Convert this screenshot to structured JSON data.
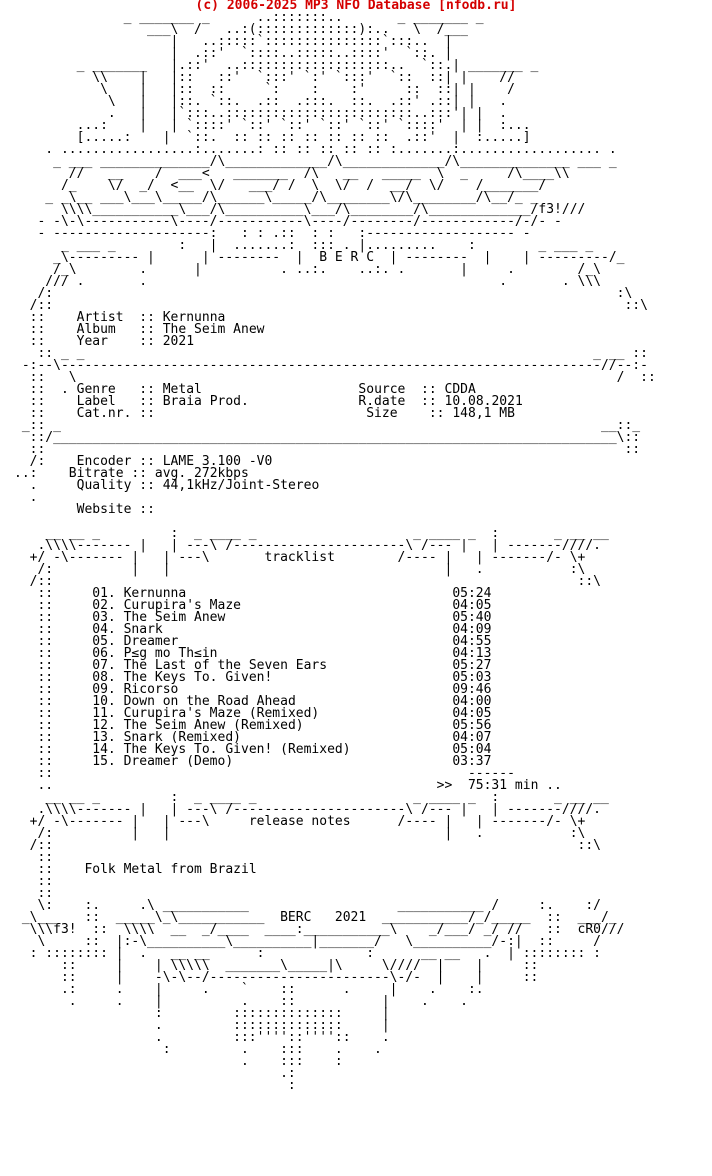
{
  "header": {
    "prefix": "(c) 2006-2025 MP3 NFO Database ",
    "link": "[nfodb.ru]"
  },
  "art": {
    "top": "              _ _______ _      ..:::::::..       _ _______ _\n                 ___\\  /   ..:(:::::::::::::):..   \\  /___\n                    |   ..:::::`:::::::::::::::`:::..  |\n                    |  .::'  `::::..:::::..::::'  `::. |\n        _ _______   |.::'  ..:::::::::::::::::::..  `::.| _______ _\n          \\\\    |   |::   ::'  `:::' `:' `:::'  `::  ::| |    //\n           \\    |   |::  ::     `:    :    :'     ::  ::| |    /\n            \\   |   |::. `::.  .::  .:::.  ::.  .::' .::| |   .\n            .   |   |`:::..::::::::::::::::::::::::..:::'| |  .\n        ...:    |   | `::::' `::' `::' `::' `::' `::::'  | |  :...\n        [.....:    |  `::.  :: :: :: :: :: :: ::  .::'  |  :.....]\n    . .................:.......: :: :: :: :: :: :.......:.................. .",
    "banner": "     _ ___ ______________/\\_____________/\\_____________/\\______________ ___ _\n       //   __    /  ___<   _______  /\\   __   _____  \\  _     /\\____\\\\\n      /_    \\/  _/  <__  \\/   ___/ /  \\  \\/  /  __/  \\/    /_______/\n    _ _\\__ ___\\___\\_____/\\______\\_____/\\________\\/\\________/\\__/_ _\n      \\\\\\\\___________\\___/\\__________\\___/\\________/\\_____________/f3!///\n   - -\\-\\-----------\\----/-----------\\----/--------/------------/-/- -\n   - --------------------:   : : .::  : :   :------------------- -\n      _ ___ _        :   |  .......:  ::: . |.........    :        _ ___ _\n     _\\--------- |      | --------  |  B E R C  | --------  |    | ---------/_\n     /_\\        .      |          . ..:.    ..:. .       |     .        /_\\\n    /// .       .                                             .       . \\\\\\",
    "frame_side": "   /:                                                                        :\\\n  /::                                                                         ::\\",
    "divider_top": "   :: _ _                                                                 _ __ ::\n -:--\\---------------------------------------------------------------------//--:-\n  ::   \\                                                                     /  ::",
    "divider_bottom": " _:: _                                                                     __::_\n  ::/________________________________________________________________________\\::\n  ::                                                                          ::",
    "section_top": "    __ __ _         :  _ ____ _                    _ ____ _  :       _ __ __\n   .\\\\\\\\------- |   | ---\\ /----------------------\\ /--- |   | -------////.\n  +/ -\\------- |   | ---\\                        /---- |   | -------/- \\+\n   /:          |   |                                   |   .           :\\\n  /::                                                                   ::\\",
    "section_close": "   ::                                                                   ::",
    "mid_section_top": "    __ __ _         :  _ ____ _                    _ ____ _  :       _ __ __\n   .\\\\\\\\------- |   | ---\\ /----------------------\\ /--- |   | -------////.\n  +/ -\\------- |   | ---\\                        /---- |   | -------/- \\+\n   /:          |   |                                   |   .           :\\\n  /::                                                                   ::\\",
    "footer": "   \\:    :.     .\\ ___________                   ___________ /     :.    :/\n _\\___   ::  _____\\_\\___________  BERC   2021  ___________/_/_____  ::  ___/_\n  \\\\\\f3!  ::  \\\\\\\\  __  _/____  ____:___________\\    _/___/ _/ //   ::  cR0///\n   \\     ::  |:-\\__________\\__________|_______/   \\__________/-:|  ::     /\n  : :::::::: |  .   __ __      :             :      __ __   .  | :::::::: :\n      ::     |    | \\\\\\\\\\  _______\\_____|\\     \\////  |    |     ::\n      ::     |    -\\-\\--/-----------------------\\-/-  |    |     ::\n      .:     .    |     .    `    ::      .     |    .    :.\n       .     .    |          .    ::           |    .    .\n                  :         ::::::::::::::     |\n                  .         ::::::::::::::     |\n                  .         :::''''::''''::    .\n                   :         .    :::    .    .\n                             .    :::    :\n                                  .:\n                                   :"
  },
  "release": {
    "artist_label": "Artist",
    "artist": "Kernunna",
    "album_label": "Album",
    "album": "The Seim Anew",
    "year_label": "Year",
    "year": "2021",
    "genre_label": "Genre",
    "genre": "Metal",
    "label_label": "Label",
    "label": "Braia Prod.",
    "catnr_label": "Cat.nr.",
    "catnr": "",
    "source_label": "Source",
    "source": "CDDA",
    "rdate_label": "R.date",
    "rdate": "10.08.2021",
    "size_label": "Size",
    "size": "148,1 MB",
    "encoder_label": "Encoder",
    "encoder": "LAME 3.100 -V0",
    "bitrate_label": "Bitrate",
    "bitrate": "avg. 272kbps",
    "quality_label": "Quality",
    "quality": "44,1kHz/Joint-Stereo",
    "website_label": "Website",
    "website": ""
  },
  "tracklist": {
    "title": "tracklist",
    "tracks": [
      {
        "num": "01.",
        "title": "Kernunna",
        "time": "05:24"
      },
      {
        "num": "02.",
        "title": "Curupira's Maze",
        "time": "04:05"
      },
      {
        "num": "03.",
        "title": "The Seim Anew",
        "time": "05:40"
      },
      {
        "num": "04.",
        "title": "Snark",
        "time": "04:09"
      },
      {
        "num": "05.",
        "title": "Dreamer",
        "time": "04:55"
      },
      {
        "num": "06.",
        "title": "P≤g mo Th≤in",
        "time": "04:13"
      },
      {
        "num": "07.",
        "title": "The Last of the Seven Ears",
        "time": "05:27"
      },
      {
        "num": "08.",
        "title": "The Keys To. Given!",
        "time": "05:03"
      },
      {
        "num": "09.",
        "title": "Ricorso",
        "time": "09:46"
      },
      {
        "num": "10.",
        "title": "Down on the Road Ahead",
        "time": "04:00"
      },
      {
        "num": "11.",
        "title": "Curupira's Maze (Remixed)",
        "time": "04:05"
      },
      {
        "num": "12.",
        "title": "The Seim Anew (Remixed)",
        "time": "05:56"
      },
      {
        "num": "13.",
        "title": "Snark (Remixed)",
        "time": "04:07"
      },
      {
        "num": "14.",
        "title": "The Keys To. Given! (Remixed)",
        "time": "05:04"
      },
      {
        "num": "15.",
        "title": "Dreamer (Demo)",
        "time": "03:37"
      }
    ],
    "total_marker": ">>",
    "total": "75:31 min"
  },
  "notes": {
    "title": "release notes",
    "text": "Folk Metal from Brazil"
  }
}
